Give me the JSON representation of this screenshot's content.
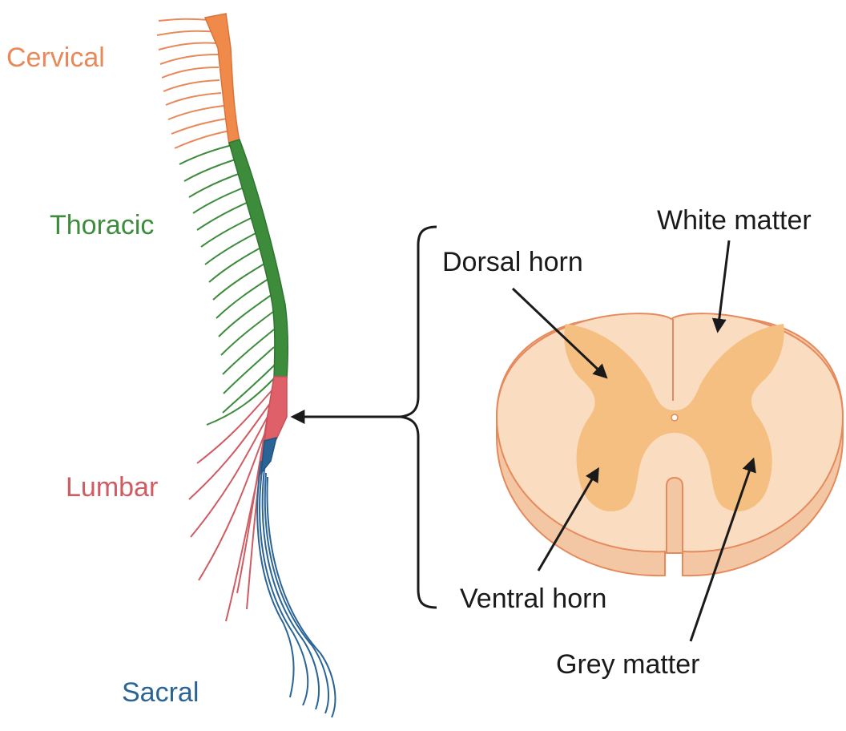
{
  "regions": {
    "cervical": {
      "label": "Cervical",
      "color": "#E8895A"
    },
    "thoracic": {
      "label": "Thoracic",
      "color": "#3C8C3C"
    },
    "lumbar": {
      "label": "Lumbar",
      "color": "#CF5C62"
    },
    "sacral": {
      "label": "Sacral",
      "color": "#2A6496"
    }
  },
  "cross_section": {
    "labels": {
      "white_matter": "White matter",
      "dorsal_horn": "Dorsal horn",
      "ventral_horn": "Ventral horn",
      "grey_matter": "Grey matter"
    },
    "colors": {
      "white_matter": "#FADCC0",
      "grey_matter": "#F6BF82",
      "outline": "#E58A5C",
      "rim": "#F3C7A4",
      "label_text": "#1a1a1a"
    }
  }
}
